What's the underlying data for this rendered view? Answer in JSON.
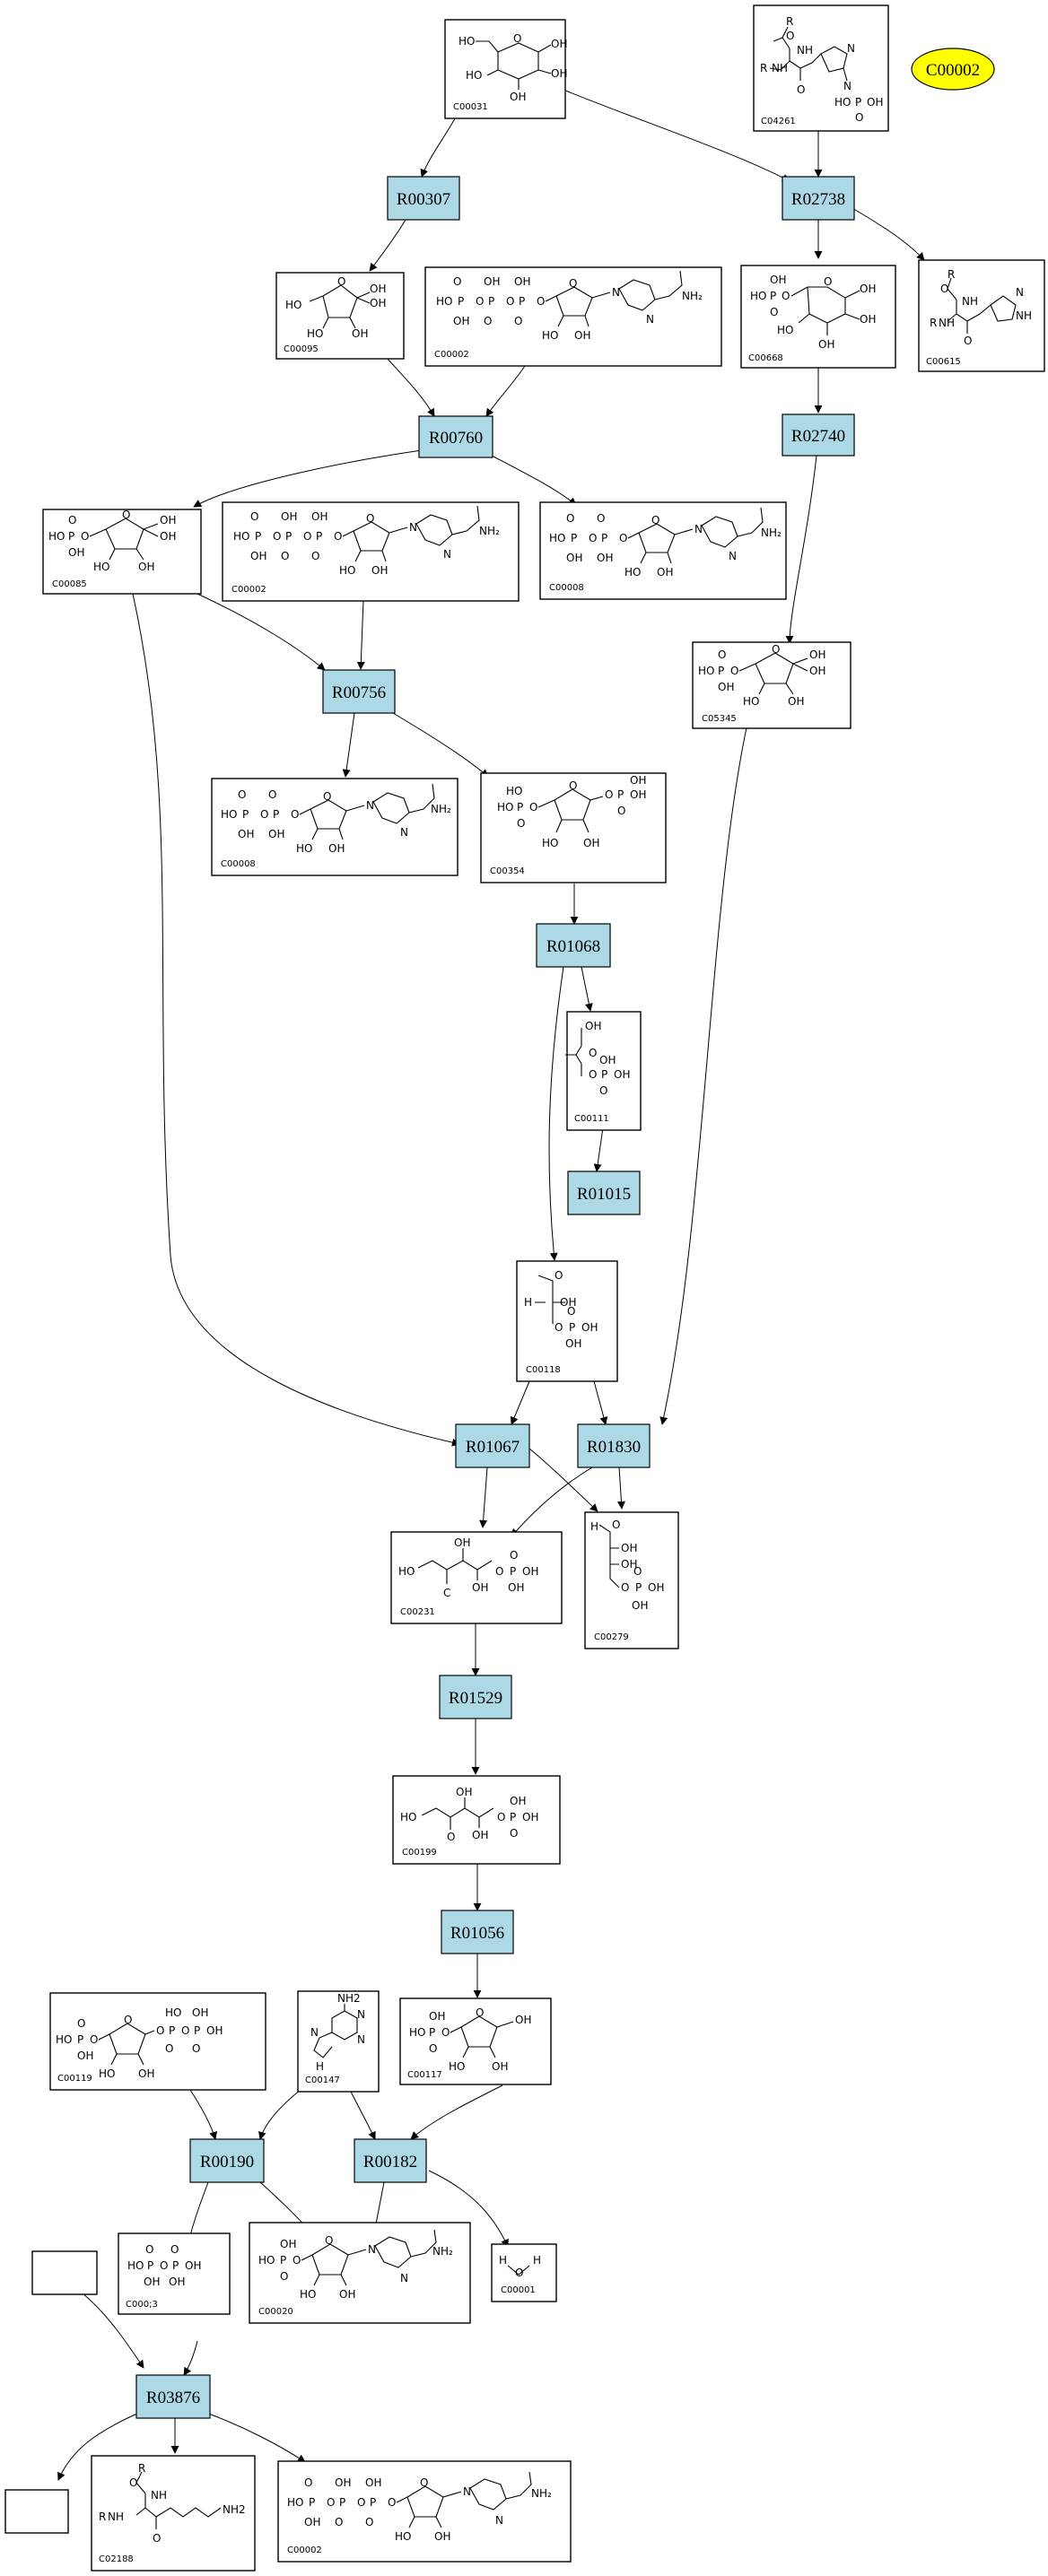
{
  "compounds": {
    "C00031": "C00031",
    "C04261": "C04261",
    "C00095": "C00095",
    "C00002": "C00002",
    "C00668": "C00668",
    "C00615": "C00615",
    "C00085": "C00085",
    "C00008": "C00008",
    "C00354": "C00354",
    "C05345": "C05345",
    "C00111": "C00111",
    "C00118": "C00118",
    "C00231": "C00231",
    "C00279": "C00279",
    "C00199": "C00199",
    "C00119": "C00119",
    "C00147": "C00147",
    "C00117": "C00117",
    "C00013": "C000;3",
    "C00020": "C00020",
    "C00001": "C00001",
    "C02188": "C02188"
  },
  "reactions": {
    "R00307": "R00307",
    "R02738": "R02738",
    "R00760": "R00760",
    "R02740": "R02740",
    "R00756": "R00756",
    "R01068": "R01068",
    "R01015": "R01015",
    "R01067": "R01067",
    "R01830": "R01830",
    "R01529": "R01529",
    "R01056": "R01056",
    "R00190": "R00190",
    "R00182": "R00182",
    "R03876": "R03876"
  },
  "highlight": "C00002",
  "atoms": {
    "HO": "HO",
    "OH": "OH",
    "O": "O",
    "P": "P",
    "N": "N",
    "H": "H",
    "R": "R",
    "NH": "NH",
    "NH2": "NH₂",
    "NH2s": "NH2",
    "C": "C"
  }
}
